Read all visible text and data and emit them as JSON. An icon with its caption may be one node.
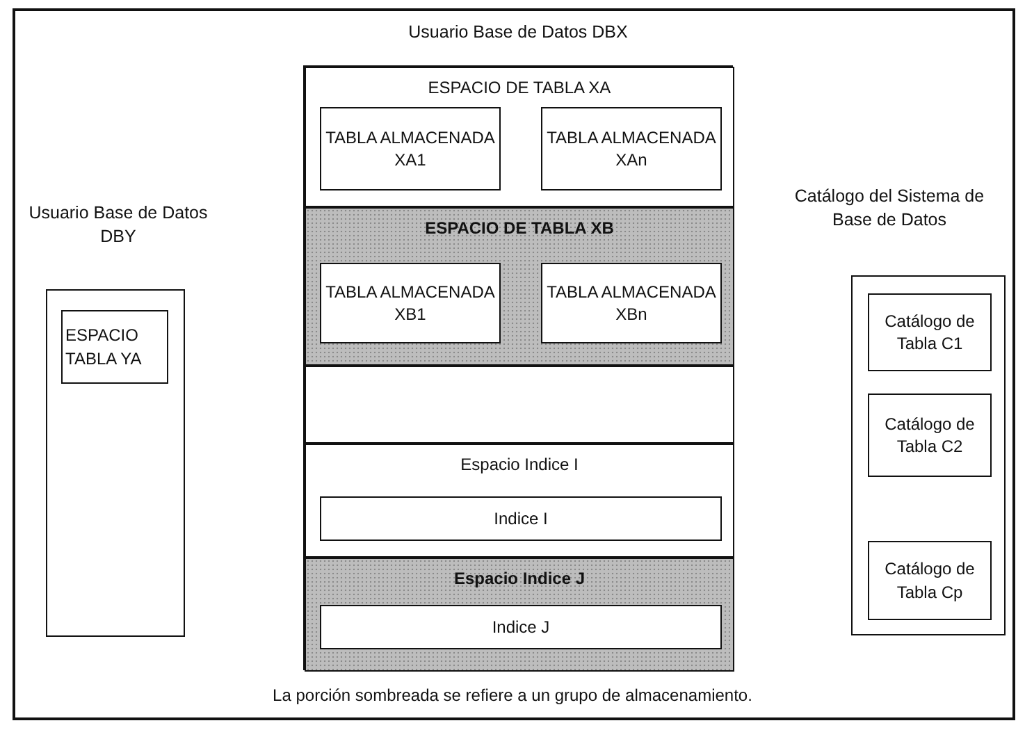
{
  "diagram": {
    "caption": "La porción sombreada se refiere a un grupo de almacenamiento.",
    "nodes": [
      {
        "text": [
          "Usuario Base de Datos DBX"
        ]
      },
      {
        "text": [
          "ESPACIO DE TABLA XA"
        ],
        "in": 0
      },
      {
        "text": [
          "TABLA ALMACENADA XA1"
        ],
        "in": 1
      },
      {
        "text": [
          "TABLA ALMACENADA XAn"
        ],
        "in": 1
      },
      {
        "text": [
          "ESPACIO DE TABLA XB"
        ],
        "in": 0
      },
      {
        "text": [
          "TABLA ALMACENADA XB1"
        ],
        "in": 4
      },
      {
        "text": [
          "TABLA ALMACENADA XBn"
        ],
        "in": 4
      },
      {
        "text": [],
        "shape": "box",
        "in": 0
      },
      {
        "text": [
          "Espacio Indice I"
        ],
        "in": 0
      },
      {
        "text": [
          "Indice I"
        ],
        "in": 8
      },
      {
        "text": [
          "Espacio Indice J"
        ],
        "in": 0
      },
      {
        "text": [
          "Indice J"
        ],
        "in": 10
      },
      {
        "text": [
          "Usuario Base de Datos DBY"
        ]
      },
      {
        "text": [
          "ESPACIO TABLA YA"
        ],
        "in": 12
      },
      {
        "text": [
          "Catálogo del Sistema de Base de Datos"
        ]
      },
      {
        "text": [
          "Catálogo de Tabla C1"
        ],
        "in": 14
      },
      {
        "text": [
          "Catálogo de Tabla C2"
        ],
        "in": 14
      },
      {
        "text": [
          "Catálogo de Tabla Cp"
        ],
        "in": 14
      }
    ]
  }
}
